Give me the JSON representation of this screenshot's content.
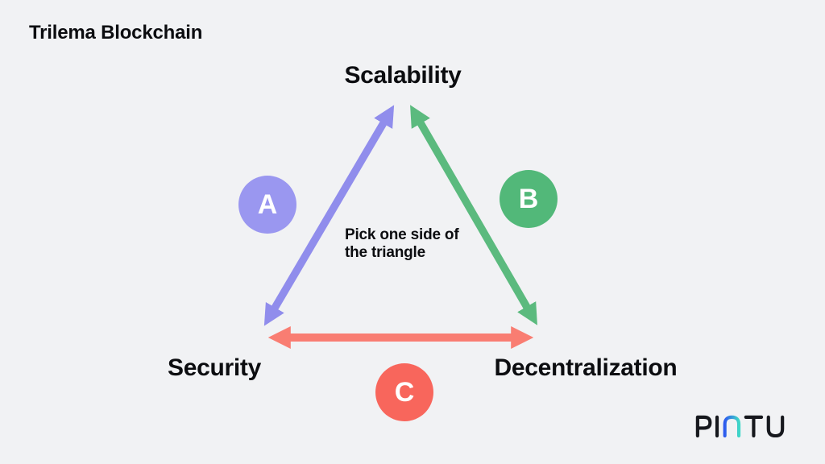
{
  "page": {
    "background_color": "#f1f2f4"
  },
  "header": {
    "title": "Trilema Blockchain"
  },
  "diagram": {
    "vertices": {
      "top": "Scalability",
      "bottom_left": "Security",
      "bottom_right": "Decentralization"
    },
    "center_note": {
      "line1": "Pick one side of",
      "line2": "the triangle"
    },
    "sides": [
      {
        "id": "A",
        "label": "A",
        "circle_color": "#9a97f0",
        "arrow_color": "#908dec"
      },
      {
        "id": "B",
        "label": "B",
        "circle_color": "#52b879",
        "arrow_color": "#5bba7e"
      },
      {
        "id": "C",
        "label": "C",
        "circle_color": "#f8665c",
        "arrow_color": "#f97d72"
      }
    ]
  },
  "branding": {
    "logo_text": "PINTU",
    "logo_colors": {
      "dark": "#16181d",
      "gradient_start": "#2e5bee",
      "gradient_end": "#3fd8c7"
    }
  }
}
